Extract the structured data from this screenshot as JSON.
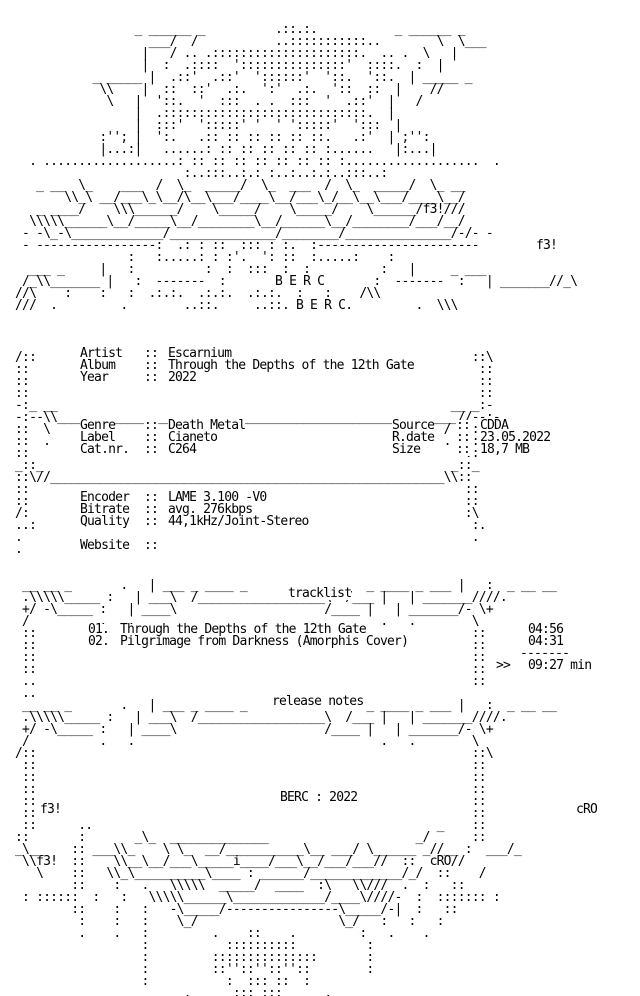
{
  "logo": {
    "group": "B E R C",
    "f3_tag": "f3!",
    "cro_tag": "cRO"
  },
  "release": {
    "artist_label": "Artist",
    "artist": "Escarnium",
    "album_label": "Album",
    "album": "Through the Depths of the 12th Gate",
    "year_label": "Year",
    "year": "2022",
    "genre_label": "Genre",
    "genre": "Death Metal",
    "label_label": "Label",
    "label": "Cianeto",
    "catnr_label": "Cat.nr.",
    "catnr": "C264",
    "source_label": "Source",
    "source": "CDDA",
    "rdate_label": "R.date",
    "rdate": "23.05.2022",
    "size_label": "Size",
    "size": "18,7 MB",
    "encoder_label": "Encoder",
    "encoder": "LAME 3.100 -V0",
    "bitrate_label": "Bitrate",
    "bitrate": "avg. 276kbps",
    "quality_label": "Quality",
    "quality": "44,1kHz/Joint-Stereo",
    "website_label": "Website",
    "website": ""
  },
  "tracklist": {
    "heading": "tracklist",
    "tracks": [
      {
        "num": "01.",
        "title": "Through the Depths of the 12th Gate",
        "length": "04:56"
      },
      {
        "num": "02.",
        "title": "Pilgrimage from Darkness (Amorphis Cover)",
        "length": "04:31"
      }
    ],
    "total_prefix": ">>",
    "total": "09:27 min"
  },
  "notes": {
    "heading": "release notes"
  },
  "footer": {
    "credit": "BERC : 2022"
  }
}
